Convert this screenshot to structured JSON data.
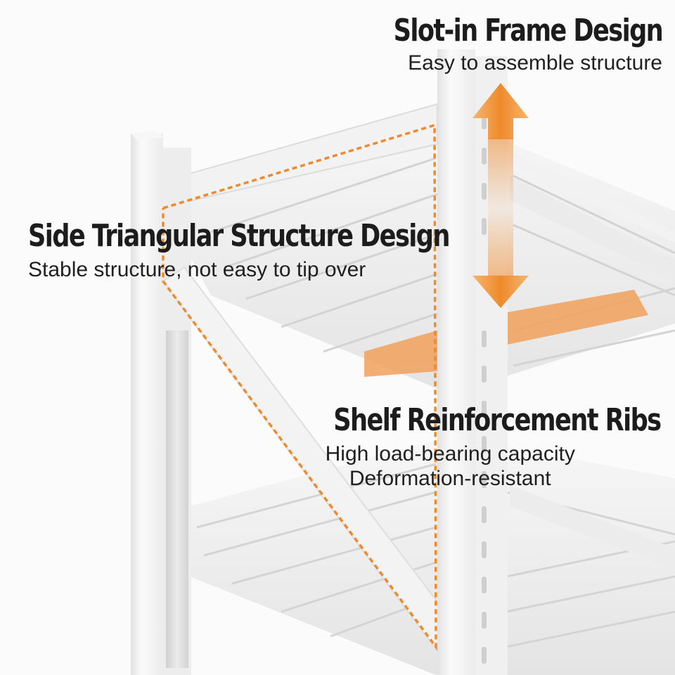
{
  "colors": {
    "background": "#fbfbfb",
    "accent": "#ee8a2c",
    "accent_fill": "#f0a05a",
    "frame": "#f4f4f4",
    "text_dark": "#1c1c1c"
  },
  "callouts": {
    "slot_in": {
      "title": "Slot-in Frame Design",
      "subtitle": "Easy to assemble structure",
      "icon": "double-arrow-icon"
    },
    "side_triangular": {
      "title": "Side Triangular Structure Design",
      "subtitle": "Stable structure, not easy to tip over",
      "icon": "dashed-triangle-outline"
    },
    "reinforcement": {
      "title": "Shelf Reinforcement Ribs",
      "lines": [
        "High load-bearing capacity",
        "Deformation-resistant"
      ],
      "icon": "highlighted-rib"
    }
  }
}
